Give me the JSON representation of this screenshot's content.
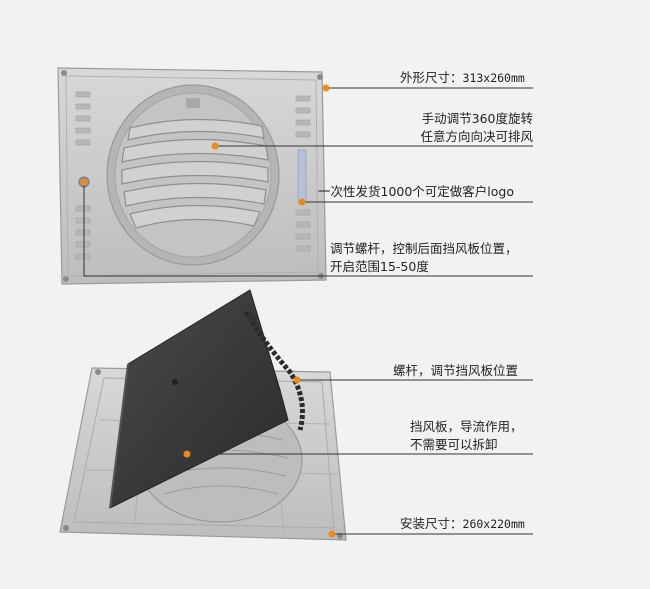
{
  "labels": {
    "outer_size": {
      "prefix": "外形尺寸：",
      "value": "313x260mm"
    },
    "rotate_line1": "手动调节360度旋转",
    "rotate_line2": "任意方向向决可排风",
    "logo": "一次性发货1000个可定做客户logo",
    "screw_line1": "调节螺杆，控制后面挡风板位置，",
    "screw_line2": "开启范围15-50度",
    "screw_rod": "螺杆，调节挡风板位置",
    "flap_line1": "挡风板，导流作用，",
    "flap_line2": "不需要可以拆卸",
    "install_size": {
      "prefix": "安装尺寸：",
      "value": "260x220mm"
    }
  },
  "colors": {
    "background": "#f2f2f2",
    "plastic": "#c9c9c9",
    "plastic_dark": "#a9a9a9",
    "flap": "#3d3d3d",
    "dot": "#e98a1e",
    "line": "#333333"
  }
}
